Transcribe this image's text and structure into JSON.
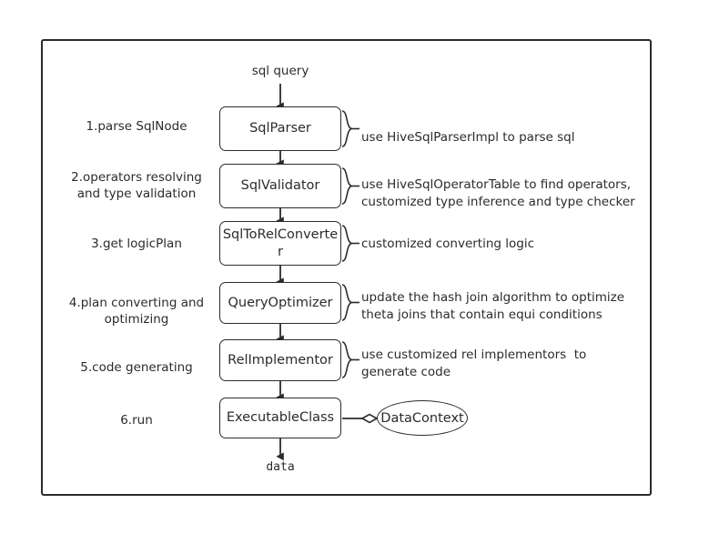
{
  "diagram": {
    "title_flow_in": "sql query",
    "title_flow_out": "data",
    "steps": [
      {
        "label": "1.parse SqlNode",
        "node": "SqlParser",
        "annotation": "use HiveSqlParserImpl to parse sql"
      },
      {
        "label": "2.operators resolving\nand type validation",
        "node": "SqlValidator",
        "annotation": "use HiveSqlOperatorTable to find operators,\ncustomized type inference and type checker"
      },
      {
        "label": "3.get logicPlan",
        "node": "SqlToRelConverte\nr",
        "annotation": "customized converting logic"
      },
      {
        "label": "4.plan converting and\noptimizing",
        "node": "QueryOptimizer",
        "annotation": "update the hash join algorithm to optimize\ntheta joins that contain equi conditions"
      },
      {
        "label": "5.code generating",
        "node": "RelImplementor",
        "annotation": "use customized rel implementors  to\ngenerate code"
      },
      {
        "label": "6.run",
        "node": "ExecutableClass",
        "annotation": ""
      }
    ],
    "side_node": "DataContext",
    "colors": {
      "stroke": "#2b2b2b",
      "background": "#ffffff",
      "text": "#2b2b2b"
    }
  }
}
